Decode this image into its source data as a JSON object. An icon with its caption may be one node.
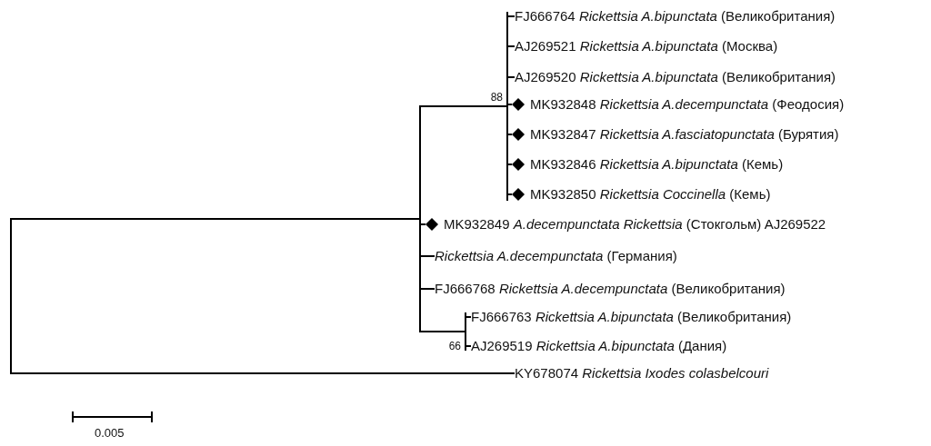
{
  "diagram": {
    "nodes": [
      {
        "text": [],
        "shape": "bar"
      },
      {
        "text": [],
        "shape": "bar"
      },
      {
        "text": [],
        "shape": "bar",
        "beside": [
          "88"
        ]
      },
      {
        "text": [
          "FJ666764 *Rickettsia A.bipunctata* (Великобритания)"
        ]
      },
      {
        "text": [
          "AJ269521 *Rickettsia A.bipunctata* (Москва)"
        ]
      },
      {
        "text": [
          "AJ269520 *Rickettsia A.bipunctata* (Великобритания)"
        ]
      },
      {
        "text": [
          "MK932848 *Rickettsia A.decempunctata* (Феодосия)"
        ]
      },
      {
        "text": [
          "MK932847 *Rickettsia A.fasciatopunctata* (Бурятия)"
        ]
      },
      {
        "text": [
          "MK932846 *Rickettsia A.bipunctata* (Кемь)"
        ]
      },
      {
        "text": [
          "MK932850 *Rickettsia Coccinella* (Кемь)"
        ]
      },
      {
        "text": [
          "MK932849 *A.decempunctata Rickettsia* (Стокгольм) AJ269522"
        ]
      },
      {
        "text": [
          "*Rickettsia A.decempunctata* (Германия)"
        ]
      },
      {
        "text": [
          "FJ666768 *Rickettsia A.decempunctata* (Великобритания)"
        ]
      },
      {
        "text": [],
        "shape": "bar",
        "beside": [
          "66"
        ]
      },
      {
        "text": [
          "FJ666763 *Rickettsia A.bipunctata* (Великобритания)"
        ]
      },
      {
        "text": [
          "AJ269519 *Rickettsia A.bipunctata* (Дания)"
        ]
      },
      {
        "text": [
          "KY678074 *Rickettsia Ixodes colasbelcouri*"
        ]
      }
    ],
    "edges": [
      {
        "from": 0,
        "to": 1,
        "arrow": "none"
      },
      {
        "from": 0,
        "to": 16,
        "arrow": "none"
      },
      {
        "from": 1,
        "to": 2,
        "arrow": "none"
      },
      {
        "from": 2,
        "to": 3,
        "arrow": "none"
      },
      {
        "from": 2,
        "to": 4,
        "arrow": "none"
      },
      {
        "from": 2,
        "to": 5,
        "arrow": "none"
      },
      {
        "from": 2,
        "to": 6,
        "arrow": "none"
      },
      {
        "from": 2,
        "to": 7,
        "arrow": "none"
      },
      {
        "from": 2,
        "to": 8,
        "arrow": "none"
      },
      {
        "from": 2,
        "to": 9,
        "arrow": "none"
      },
      {
        "from": 1,
        "to": 10,
        "arrow": "none"
      },
      {
        "from": 1,
        "to": 11,
        "arrow": "none"
      },
      {
        "from": 1,
        "to": 12,
        "arrow": "none"
      },
      {
        "from": 1,
        "to": 13,
        "arrow": "none"
      },
      {
        "from": 13,
        "to": 14,
        "arrow": "none"
      },
      {
        "from": 13,
        "to": 15,
        "arrow": "none"
      }
    ],
    "labels": [
      "0.005"
    ]
  }
}
